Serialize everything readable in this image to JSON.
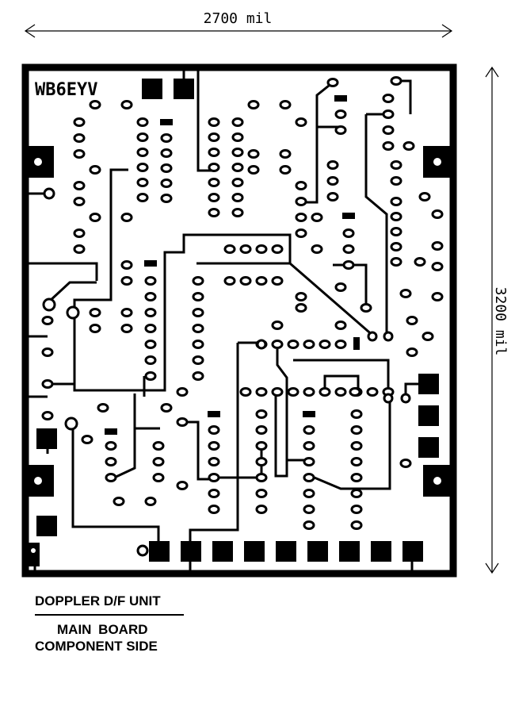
{
  "dimensions": {
    "width_label": "2700 mil",
    "height_label": "3200 mil"
  },
  "board": {
    "silkscreen_label": "WB6EYV"
  },
  "caption": {
    "title": "DOPPLER D/F UNIT",
    "subtitle_line1": "MAIN BOARD",
    "subtitle_line2": "COMPONENT SIDE"
  },
  "colors": {
    "ink": "#000000",
    "paper": "#ffffff"
  }
}
